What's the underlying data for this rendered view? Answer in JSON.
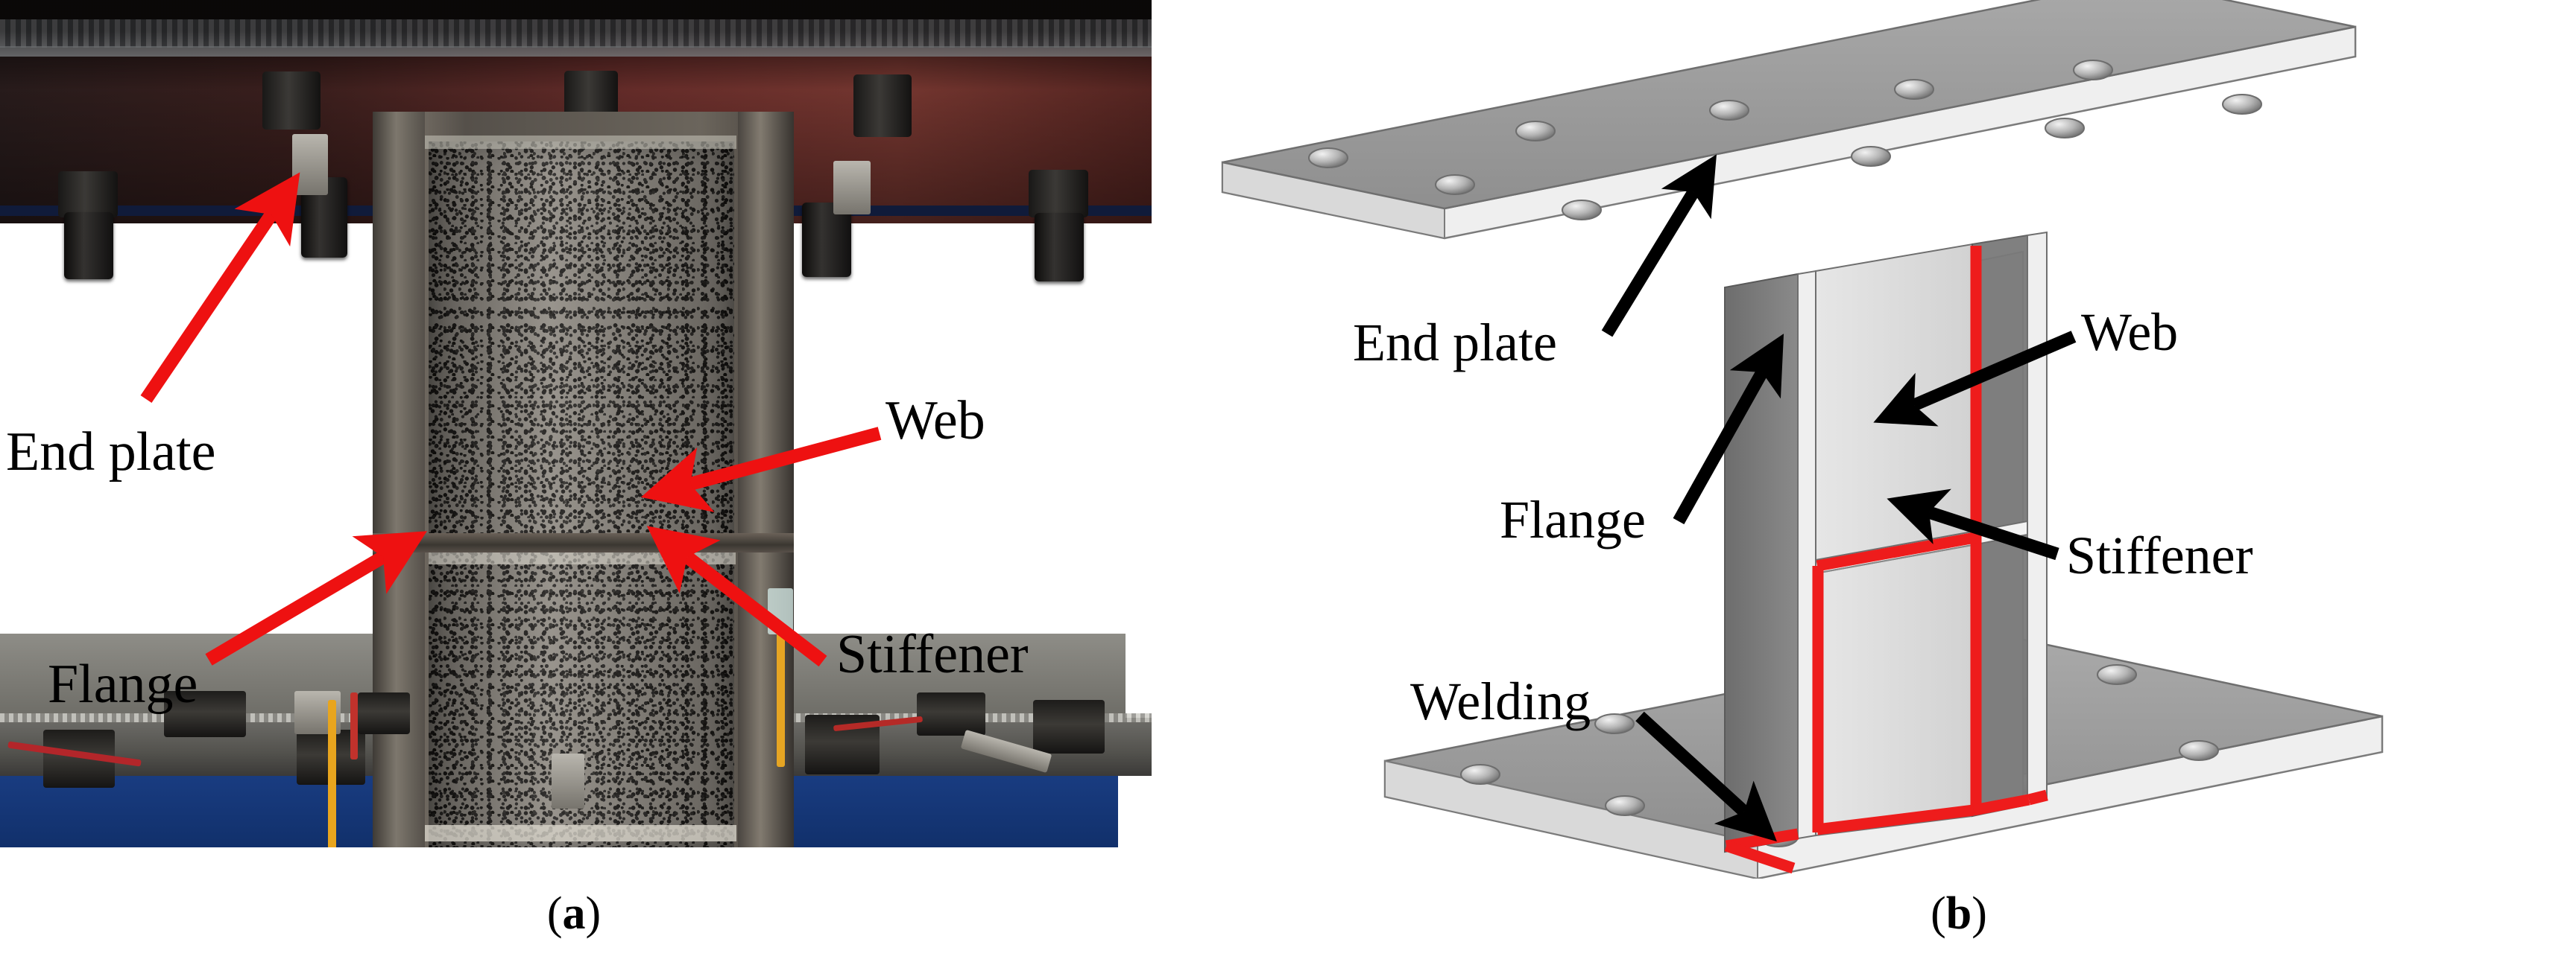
{
  "figure": {
    "panels": [
      {
        "id": "a",
        "caption_open": "(",
        "caption_letter": "a",
        "caption_close": ")",
        "type": "photograph",
        "description": "Test specimen photograph of a welded H-section column between loading platens",
        "labels": [
          {
            "key": "end_plate",
            "text": "End plate",
            "arrow_color": "#ee1111"
          },
          {
            "key": "web",
            "text": "Web",
            "arrow_color": "#ee1111"
          },
          {
            "key": "flange",
            "text": "Flange",
            "arrow_color": "#ee1111"
          },
          {
            "key": "stiffener",
            "text": "Stiffener",
            "arrow_color": "#ee1111"
          }
        ]
      },
      {
        "id": "b",
        "caption_open": "(",
        "caption_letter": "b",
        "caption_close": ")",
        "type": "cad-model",
        "description": "Isometric CAD model of the welded H-section specimen with end plates",
        "labels": [
          {
            "key": "end_plate",
            "text": "End plate",
            "arrow_color": "#000000"
          },
          {
            "key": "web",
            "text": "Web",
            "arrow_color": "#000000"
          },
          {
            "key": "flange",
            "text": "Flange",
            "arrow_color": "#000000"
          },
          {
            "key": "stiffener",
            "text": "Stiffener",
            "arrow_color": "#000000"
          },
          {
            "key": "welding",
            "text": "Welding",
            "arrow_color": "#000000"
          }
        ]
      }
    ]
  },
  "colors": {
    "arrow_red": "#ee1111",
    "arrow_black": "#000000",
    "weld_red": "#ee1c1c",
    "plate_top_face": "#9a9a9a",
    "plate_edge": "#e8e8e8",
    "flange_dark": "#6e6e6e",
    "web_light": "#dcdcdc",
    "background": "#ffffff",
    "text": "#000000"
  },
  "cad": {
    "bolt_holes_top_plate": 10,
    "bolt_holes_bottom_plate": 10,
    "stiffener_count": 1
  }
}
